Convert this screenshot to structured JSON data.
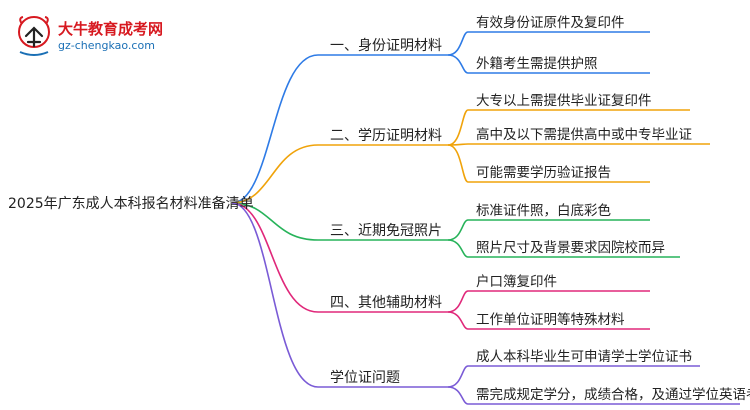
{
  "logo": {
    "title": "大牛教育成考网",
    "url": "gz-chengkao.com"
  },
  "root": "2025年广东成人本科报名材料准备清单",
  "branches": [
    {
      "label": "一、身份证明材料",
      "color": "#2e7be6",
      "items": [
        "有效身份证原件及复印件",
        "外籍考生需提供护照"
      ]
    },
    {
      "label": "二、学历证明材料",
      "color": "#f0a30a",
      "items": [
        "大专以上需提供毕业证复印件",
        "高中及以下需提供高中或中专毕业证",
        "可能需要学历验证报告"
      ]
    },
    {
      "label": "三、近期免冠照片",
      "color": "#27b35a",
      "items": [
        "标准证件照，白底彩色",
        "照片尺寸及背景要求因院校而异"
      ]
    },
    {
      "label": "四、其他辅助材料",
      "color": "#e0287a",
      "items": [
        "户口簿复印件",
        "工作单位证明等特殊材料"
      ]
    },
    {
      "label": "学位证问题",
      "color": "#7a5bd6",
      "items": [
        "成人本科毕业生可申请学士学位证书",
        "需完成规定学分，成绩合格，及通过学位英语考试"
      ]
    }
  ]
}
